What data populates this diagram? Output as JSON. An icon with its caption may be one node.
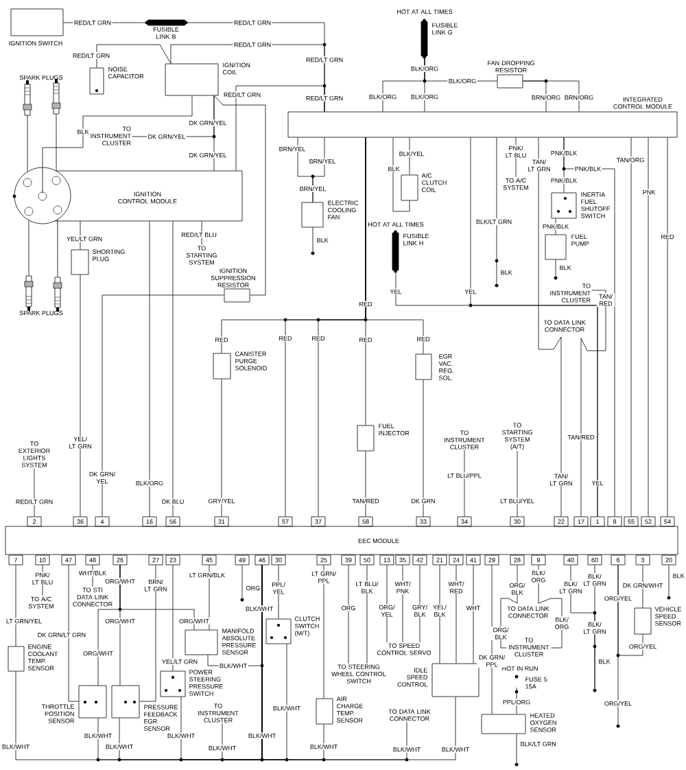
{
  "diagram": {
    "nodes": [
      {
        "text": [
          "IGNITION SWITCH"
        ]
      },
      {
        "text": [
          "FUSIBLE LINK B"
        ]
      },
      {
        "text": [
          "HOT AT ALL TIMES",
          "FUSIBLE LINK G"
        ]
      },
      {
        "text": [
          "NOISE CAPACITOR"
        ]
      },
      {
        "text": [
          "IGNITION COIL"
        ]
      },
      {
        "text": [
          "FAN DROPPING RESISTOR"
        ]
      },
      {
        "text": [
          "INTEGRATED CONTROL MODULE"
        ]
      },
      {
        "text": [],
        "shape": "picture"
      },
      {
        "text": [],
        "shape": "picture"
      },
      {
        "text": [
          "TO INSTRUMENT CLUSTER"
        ]
      },
      {
        "text": [],
        "shape": "circle"
      },
      {
        "text": [
          "IGNITION CONTROL MODULE"
        ]
      },
      {
        "text": [
          "ELECTRIC COOLING FAN"
        ]
      },
      {
        "text": [
          "A/C CLUTCH COIL"
        ]
      },
      {
        "text": [
          "TO A/C SYSTEM"
        ]
      },
      {
        "text": [
          "INERTIA FUEL SHUTOFF SWITCH"
        ]
      },
      {
        "text": [
          "FUEL PUMP"
        ]
      },
      {
        "text": [
          "HOT AT ALL TIMES",
          "FUSIBLE LINK H"
        ]
      },
      {
        "text": [
          "SHORTING PLUG"
        ]
      },
      {
        "text": [
          "TO STARTING SYSTEM"
        ]
      },
      {
        "text": [
          "IGNITION SUPPRESSION RESISTOR"
        ]
      },
      {
        "text": [
          "TO INSTRUMENT CLUSTER"
        ]
      },
      {
        "text": [],
        "shape": "picture"
      },
      {
        "text": [],
        "shape": "picture"
      },
      {
        "text": [
          "CANISTER PURGE SOLENOID"
        ]
      },
      {
        "text": [
          "EGR VAC. REG. SOL."
        ]
      },
      {
        "text": [
          "FUEL INJECTOR"
        ]
      },
      {
        "text": [
          "TO EXTERIOR LIGHTS SYSTEM"
        ]
      },
      {
        "text": [
          "TO INSTRUMENT CLUSTER"
        ]
      },
      {
        "text": [
          "TO STARTING SYSTEM (A/T)"
        ]
      },
      {
        "text": [
          "2"
        ]
      },
      {
        "text": [
          "36"
        ]
      },
      {
        "text": [
          "4"
        ]
      },
      {
        "text": [
          "16"
        ]
      },
      {
        "text": [
          "56"
        ]
      },
      {
        "text": [
          "31"
        ]
      },
      {
        "text": [
          "57"
        ]
      },
      {
        "text": [
          "37"
        ]
      },
      {
        "text": [
          "58"
        ]
      },
      {
        "text": [
          "33"
        ]
      },
      {
        "text": [
          "34"
        ]
      },
      {
        "text": [
          "30"
        ]
      },
      {
        "text": [
          "22"
        ]
      },
      {
        "text": [
          "17"
        ]
      },
      {
        "text": [
          "1"
        ]
      },
      {
        "text": [
          "8"
        ]
      },
      {
        "text": [
          "55"
        ]
      },
      {
        "text": [
          "52"
        ]
      },
      {
        "text": [
          "54"
        ]
      },
      {
        "text": [
          "EEC MODULE"
        ]
      },
      {
        "text": [
          "7"
        ]
      },
      {
        "text": [
          "10"
        ]
      },
      {
        "text": [
          "47"
        ]
      },
      {
        "text": [
          "48"
        ]
      },
      {
        "text": [
          "26"
        ]
      },
      {
        "text": [
          "27"
        ]
      },
      {
        "text": [
          "23"
        ]
      },
      {
        "text": [
          "45"
        ]
      },
      {
        "text": [
          "49"
        ]
      },
      {
        "text": [
          "46"
        ]
      },
      {
        "text": [
          "30"
        ]
      },
      {
        "text": [
          "25"
        ]
      },
      {
        "text": [
          "39"
        ]
      },
      {
        "text": [
          "50"
        ]
      },
      {
        "text": [
          "13"
        ]
      },
      {
        "text": [
          "35"
        ]
      },
      {
        "text": [
          "42"
        ]
      },
      {
        "text": [
          "21"
        ]
      },
      {
        "text": [
          "24"
        ]
      },
      {
        "text": [
          "41"
        ]
      },
      {
        "text": [
          "29"
        ]
      },
      {
        "text": [
          "28"
        ]
      },
      {
        "text": [
          "9"
        ]
      },
      {
        "text": [
          "40"
        ]
      },
      {
        "text": [
          "60"
        ]
      },
      {
        "text": [
          "6"
        ]
      },
      {
        "text": [
          "3"
        ]
      },
      {
        "text": [
          "20"
        ]
      },
      {
        "text": [
          "TO A/C SYSTEM"
        ]
      },
      {
        "text": [
          "TO STI DATA LINK CONNECTOR"
        ]
      },
      {
        "text": [
          "MANIFOLD ABSOLUTE PRESSURE SENSOR"
        ]
      },
      {
        "text": [
          "CLUTCH SWITCH (M/T)"
        ]
      },
      {
        "text": [
          "TO INSTRUMENT CLUSTER"
        ]
      },
      {
        "text": [
          "TO STEERING WHEEL CONTROL SWITCH"
        ]
      },
      {
        "text": [
          "TO SPEED CONTROL SERVO"
        ]
      },
      {
        "text": [
          "VEHICLE SPEED SENSOR"
        ]
      },
      {
        "text": [
          "ENGINE COOLANT TEMP. SENSOR"
        ]
      },
      {
        "text": [
          "IDLE SPEED CONTROL"
        ]
      },
      {
        "text": [
          "POWER STEERING PRESSURE SWITCH"
        ]
      },
      {
        "text": [
          "HOT IN RUN",
          "FUSE 5 15A"
        ]
      },
      {
        "text": [
          "THROTTLE POSITION SENSOR"
        ]
      },
      {
        "text": [
          "PRESSURE FEEDBACK EGR SENSOR"
        ]
      },
      {
        "text": [
          "AIR CHARGE TEMP. SENSOR"
        ]
      },
      {
        "text": [
          "HEATED OXYGEN SENSOR"
        ]
      },
      {
        "text": [
          "TO INSTRUMENT CLUSTER"
        ]
      },
      {
        "text": [
          "TO DATA LINK CONNECTOR"
        ]
      },
      {
        "text": [],
        "shape": "circle"
      },
      {
        "text": [],
        "shape": "circle"
      },
      {
        "text": [],
        "shape": "circle"
      },
      {
        "text": [],
        "shape": "circle"
      },
      {
        "text": [],
        "shape": "circle"
      },
      {
        "text": [],
        "shape": "circle"
      },
      {
        "text": [],
        "shape": "circle"
      },
      {
        "text": [],
        "shape": "circle"
      }
    ],
    "edges": [
      {
        "from": 0,
        "to": 1,
        "arrow": "none"
      },
      {
        "from": 1,
        "to": 6,
        "arrow": "none"
      },
      {
        "from": 4,
        "to": 6,
        "arrow": "none"
      },
      {
        "from": 3,
        "to": 4,
        "arrow": "none"
      },
      {
        "from": 11,
        "to": 6,
        "arrow": "none"
      },
      {
        "from": 4,
        "to": 20,
        "arrow": "none"
      },
      {
        "from": 4,
        "to": 11,
        "arrow": "none"
      },
      {
        "from": 4,
        "to": 9,
        "arrow": "none"
      },
      {
        "from": 10,
        "to": 4,
        "arrow": "none"
      },
      {
        "from": 7,
        "to": 10,
        "arrow": "none"
      },
      {
        "from": 8,
        "to": 10,
        "arrow": "none"
      },
      {
        "from": 22,
        "to": 10,
        "arrow": "none"
      },
      {
        "from": 23,
        "to": 10,
        "arrow": "none"
      },
      {
        "from": 2,
        "to": 6,
        "arrow": "none"
      },
      {
        "from": 2,
        "to": 6,
        "arrow": "none"
      },
      {
        "from": 2,
        "to": 5,
        "arrow": "none"
      },
      {
        "from": 5,
        "to": 6,
        "arrow": "none"
      },
      {
        "from": 5,
        "to": 6,
        "arrow": "none"
      },
      {
        "from": 6,
        "to": 12,
        "arrow": "none"
      },
      {
        "from": 6,
        "to": 12,
        "arrow": "none"
      },
      {
        "from": 12,
        "to": 96,
        "arrow": "none"
      },
      {
        "from": 6,
        "to": 13,
        "arrow": "none"
      },
      {
        "from": 6,
        "to": 13,
        "arrow": "none"
      },
      {
        "from": 6,
        "to": 24,
        "arrow": "none"
      },
      {
        "from": 6,
        "to": 36,
        "arrow": "none"
      },
      {
        "from": 6,
        "to": 37,
        "arrow": "none"
      },
      {
        "from": 6,
        "to": 26,
        "arrow": "none"
      },
      {
        "from": 6,
        "to": 25,
        "arrow": "none"
      },
      {
        "from": 24,
        "to": 35,
        "arrow": "none"
      },
      {
        "from": 26,
        "to": 38,
        "arrow": "none"
      },
      {
        "from": 25,
        "to": 39,
        "arrow": "none"
      },
      {
        "from": 17,
        "to": 44,
        "arrow": "none"
      },
      {
        "from": 6,
        "to": 44,
        "arrow": "none"
      },
      {
        "from": 6,
        "to": 97,
        "arrow": "none"
      },
      {
        "from": 6,
        "to": 14,
        "arrow": "none"
      },
      {
        "from": 6,
        "to": 42,
        "arrow": "none"
      },
      {
        "from": 43,
        "to": 21,
        "arrow": "none"
      },
      {
        "from": 6,
        "to": 15,
        "arrow": "none"
      },
      {
        "from": 6,
        "to": 45,
        "arrow": "none"
      },
      {
        "from": 15,
        "to": 16,
        "arrow": "none"
      },
      {
        "from": 16,
        "to": 98,
        "arrow": "none"
      },
      {
        "from": 6,
        "to": 46,
        "arrow": "none"
      },
      {
        "from": 6,
        "to": 47,
        "arrow": "none"
      },
      {
        "from": 6,
        "to": 48,
        "arrow": "none"
      },
      {
        "from": 11,
        "to": 18,
        "arrow": "none"
      },
      {
        "from": 18,
        "to": 31,
        "arrow": "none"
      },
      {
        "from": 11,
        "to": 33,
        "arrow": "none"
      },
      {
        "from": 11,
        "to": 34,
        "arrow": "none"
      },
      {
        "from": 11,
        "to": 19,
        "arrow": "none"
      },
      {
        "from": 20,
        "to": 32,
        "arrow": "none"
      },
      {
        "from": 27,
        "to": 30,
        "arrow": "none"
      },
      {
        "from": 28,
        "to": 40,
        "arrow": "none"
      },
      {
        "from": 29,
        "to": 41,
        "arrow": "none"
      },
      {
        "from": 50,
        "to": 86,
        "arrow": "none"
      },
      {
        "from": 51,
        "to": 78,
        "arrow": "none"
      },
      {
        "from": 52,
        "to": 90,
        "arrow": "none"
      },
      {
        "from": 53,
        "to": 79,
        "arrow": "none"
      },
      {
        "from": 54,
        "to": 90,
        "arrow": "none"
      },
      {
        "from": 54,
        "to": 91,
        "arrow": "none"
      },
      {
        "from": 54,
        "to": 80,
        "arrow": "none"
      },
      {
        "from": 55,
        "to": 91,
        "arrow": "none"
      },
      {
        "from": 56,
        "to": 88,
        "arrow": "none"
      },
      {
        "from": 57,
        "to": 80,
        "arrow": "none"
      },
      {
        "from": 58,
        "to": 99,
        "arrow": "none"
      },
      {
        "from": 80,
        "to": 59,
        "arrow": "none"
      },
      {
        "from": 59,
        "to": 86,
        "arrow": "none"
      },
      {
        "from": 59,
        "to": 90,
        "arrow": "none"
      },
      {
        "from": 59,
        "to": 91,
        "arrow": "none"
      },
      {
        "from": 59,
        "to": 88,
        "arrow": "none"
      },
      {
        "from": 59,
        "to": 94,
        "arrow": "none"
      },
      {
        "from": 59,
        "to": 81,
        "arrow": "none"
      },
      {
        "from": 59,
        "to": 92,
        "arrow": "none"
      },
      {
        "from": 59,
        "to": 95,
        "arrow": "none"
      },
      {
        "from": 59,
        "to": 87,
        "arrow": "none"
      },
      {
        "from": 60,
        "to": 81,
        "arrow": "none"
      },
      {
        "from": 61,
        "to": 92,
        "arrow": "none"
      },
      {
        "from": 62,
        "to": 83,
        "arrow": "none"
      },
      {
        "from": 63,
        "to": 83,
        "arrow": "none"
      },
      {
        "from": 64,
        "to": 84,
        "arrow": "none"
      },
      {
        "from": 65,
        "to": 84,
        "arrow": "none"
      },
      {
        "from": 66,
        "to": 84,
        "arrow": "none"
      },
      {
        "from": 67,
        "to": 87,
        "arrow": "none"
      },
      {
        "from": 68,
        "to": 87,
        "arrow": "none"
      },
      {
        "from": 69,
        "to": 87,
        "arrow": "none"
      },
      {
        "from": 70,
        "to": 93,
        "arrow": "none"
      },
      {
        "from": 89,
        "to": 93,
        "arrow": "none"
      },
      {
        "from": 93,
        "to": 100,
        "arrow": "none"
      },
      {
        "from": 71,
        "to": 82,
        "arrow": "none"
      },
      {
        "from": 72,
        "to": 82,
        "arrow": "none"
      },
      {
        "from": 73,
        "to": 101,
        "arrow": "none"
      },
      {
        "from": 74,
        "to": 101,
        "arrow": "none"
      },
      {
        "from": 75,
        "to": 102,
        "arrow": "none"
      },
      {
        "from": 85,
        "to": 75,
        "arrow": "none"
      },
      {
        "from": 76,
        "to": 85,
        "arrow": "none"
      },
      {
        "from": 77,
        "to": 103,
        "arrow": "none"
      }
    ],
    "labels": [
      "RED/LT GRN",
      "RED/LT GRN",
      "RED/LT GRN",
      "RED/LT GRN",
      "RED/LT GRN",
      "BLK/ORG",
      "SPARK PLUGS",
      "BLK/ORG",
      "RED/LT GRN",
      "RED/LT GRN",
      "BLK/ORG",
      "BLK/ORG",
      "BRN/ORG",
      "BRN/ORG",
      "DK GRN/YEL",
      "BLK",
      "DK GRN/YEL",
      "DK GRN/YEL",
      "BRN/YEL",
      "BRN/YEL",
      "BLK",
      "BLK/YEL",
      "PNK/ LT BLU",
      "TAN/ LT GRN",
      "PNK/BLK",
      "PNK/BLK",
      "TAN/ORG",
      "PNK/BLK",
      "BRN/YEL",
      "PNK",
      "BLK/LT GRN",
      "PNK/BLK",
      "YEL/LT GRN",
      "RED/LT BLU",
      "BLK",
      "RED",
      "BLK",
      "BLK",
      "RED",
      "YEL",
      "YEL",
      "TAN/ RED",
      "SPARK PLUGS",
      "TO DATA LINK CONNECTOR",
      "RED",
      "RED",
      "RED",
      "RED",
      "RED",
      "YEL/ LT GRN",
      "TAN/RED",
      "DK GRN/ YEL",
      "BLK/ORG",
      "LT BLU/PPL",
      "TAN/ LT GRN",
      "YEL",
      "RED/LT GRN",
      "DK BLU",
      "GRY/YEL",
      "TAN/RED",
      "DK GRN",
      "LT BLU/YEL",
      "PNK/ LT BLU",
      "WHT/BLK",
      "ORG/WHT",
      "BRN/ LT GRN",
      "LT GRN/BLK",
      "ORG",
      "PPL/ YEL",
      "LT GRN/ PPL",
      "LT BLU/ BLK",
      "WHT/ PNK",
      "WHT/ RED",
      "ORG/ BLK",
      "BLK/ ORG",
      "BLK/ LT GRN",
      "BLK/ LT GRN",
      "ORG/YEL",
      "DK GRN/WHT",
      "BLK",
      "LT GRN/YEL",
      "DK GRN/LT GRN",
      "ORG/WHT",
      "ORG/WHT",
      "BLK/WHT",
      "ORG",
      "ORG/ YEL",
      "GRY/ BLK",
      "YEL/ BLK",
      "WHT",
      "ORG/ BLK",
      "TO DATA LINK CONNECTOR",
      "BLK/ ORG",
      "BLK/ LT GRN",
      "ORG/WHT",
      "YEL/LT GRN",
      "BLK/WHT",
      "DK GRN/ PPL",
      "BLK",
      "ORG/YEL",
      "BLK/WHT",
      "PPL/ORG",
      "ORG/YEL",
      "BLK/WHT",
      "BLK/WHT",
      "BLK/WHT",
      "BLK/WHT",
      "BLK/WHT",
      "BLK/WHT",
      "BLK/WHT",
      "BLK/WHT",
      "BLK/WHT",
      "BLK/LT GRN"
    ]
  }
}
